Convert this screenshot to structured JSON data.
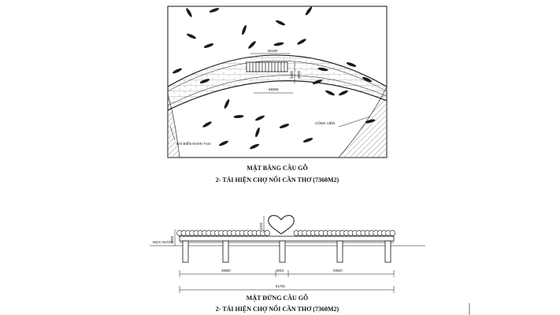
{
  "plan": {
    "labels": {
      "top_dim": "66160",
      "inner_dim": "68359",
      "vertical_dim_a": "3800",
      "vertical_dim_b": "4000",
      "park": "CÔNG VIÊN",
      "beach": "BÃI BIỂN NHÂN TẠO"
    },
    "title_line1": "MẶT BẰNG CẦU GỖ",
    "title_line2": "2- TÁI HIỆN CHỢ NỔI CẦN THƠ (7360M2)"
  },
  "elevation": {
    "water_label": "MỰC NƯỚC",
    "height_dim": "3800",
    "heart_dim": "4000",
    "spans": [
      "28660",
      "5810",
      "29520"
    ],
    "total": "61705",
    "title_line1": "MẶT ĐỨNG CẦU GỖ",
    "title_line2": "2- TÁI HIỆN CHỢ NỔI CẦN THƠ (7360M2)"
  }
}
